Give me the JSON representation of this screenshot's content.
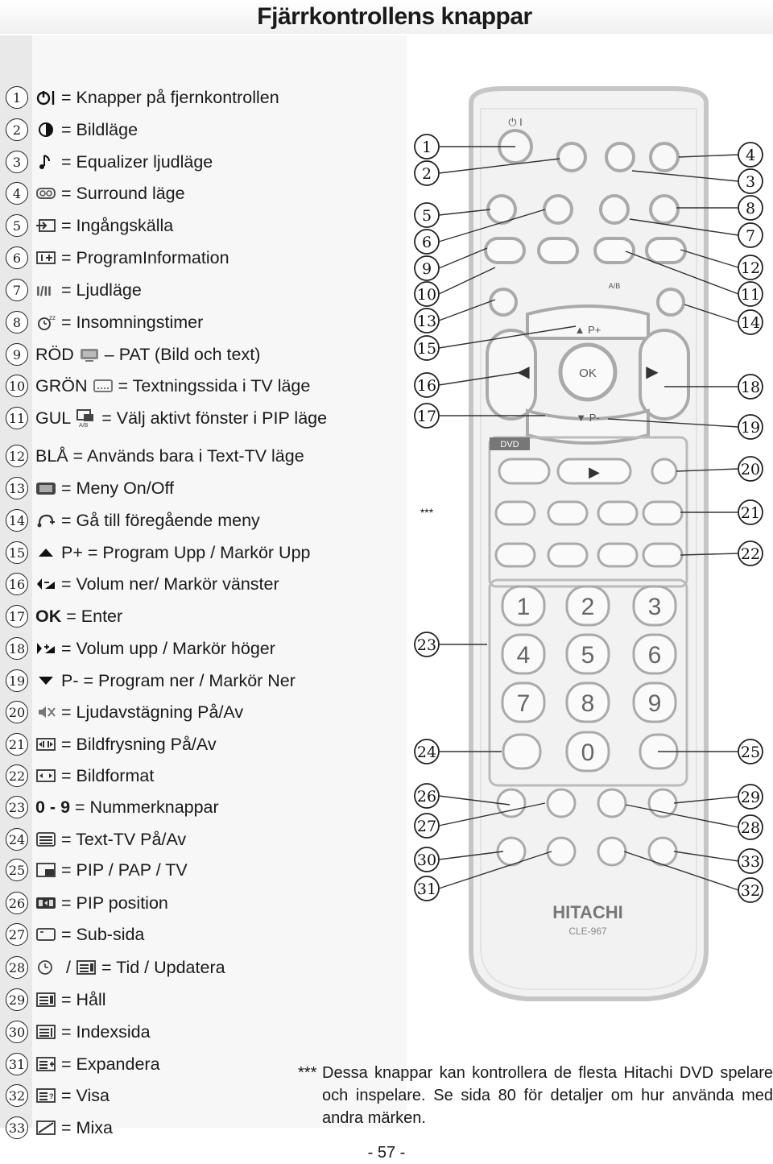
{
  "header": {
    "title": "Fjärrkontrollens knappar"
  },
  "legend": [
    {
      "n": "1",
      "icon": "power-icon",
      "text": "= Knapper på fjernkontrollen"
    },
    {
      "n": "2",
      "icon": "picture-mode-icon",
      "text": "= Bildläge"
    },
    {
      "n": "3",
      "icon": "music-note-icon",
      "text": "= Equalizer ljudläge"
    },
    {
      "n": "4",
      "icon": "surround-icon",
      "text": "= Surround läge"
    },
    {
      "n": "5",
      "icon": "source-input-icon",
      "text": "= Ingångskälla"
    },
    {
      "n": "6",
      "icon": "info-icon",
      "text": "= ProgramInformation"
    },
    {
      "n": "7",
      "icon": "sound-mode-icon",
      "text": "= Ljudläge"
    },
    {
      "n": "8",
      "icon": "sleep-timer-icon",
      "text": "= Insomningstimer"
    },
    {
      "n": "9",
      "icon": "pat-icon",
      "prefix": "RÖD",
      "text": "– PAT (Bild och text)"
    },
    {
      "n": "10",
      "icon": "subtitle-icon",
      "prefix": "GRÖN",
      "text": "= Textningssida i TV läge"
    },
    {
      "n": "11",
      "icon": "pip-ab-icon",
      "prefix": "GUL",
      "text": "= Välj aktivt fönster i PIP läge"
    },
    {
      "n": "12",
      "icon": "",
      "prefix": "BLÅ",
      "text": "= Används bara i Text-TV läge"
    },
    {
      "n": "13",
      "icon": "menu-icon",
      "text": "= Meny On/Off"
    },
    {
      "n": "14",
      "icon": "back-icon",
      "text": "= Gå till föregående meny"
    },
    {
      "n": "15",
      "icon": "up-arrow-icon",
      "text": "P+ = Program Upp / Markör Upp"
    },
    {
      "n": "16",
      "icon": "volume-down-icon",
      "text": "= Volum ner/ Markör vänster"
    },
    {
      "n": "17",
      "icon": "",
      "prefix": "OK",
      "text": "= Enter"
    },
    {
      "n": "18",
      "icon": "volume-up-icon",
      "text": "= Volum upp / Markör höger"
    },
    {
      "n": "19",
      "icon": "down-arrow-icon",
      "text": "P- = Program ner / Markör Ner"
    },
    {
      "n": "20",
      "icon": "mute-icon",
      "text": "= Ljudavstägning På/Av"
    },
    {
      "n": "21",
      "icon": "freeze-icon",
      "text": "= Bildfrysning På/Av"
    },
    {
      "n": "22",
      "icon": "aspect-icon",
      "text": "= Bildformat"
    },
    {
      "n": "23",
      "icon": "",
      "prefix": "0 - 9",
      "text": "= Nummerknappar"
    },
    {
      "n": "24",
      "icon": "teletext-icon",
      "text": "= Text-TV På/Av"
    },
    {
      "n": "25",
      "icon": "pip-icon",
      "text": "= PIP / PAP / TV"
    },
    {
      "n": "26",
      "icon": "pip-position-icon",
      "text": "= PIP position"
    },
    {
      "n": "27",
      "icon": "subpage-icon",
      "text": "= Sub-sida"
    },
    {
      "n": "28",
      "icon": "time-update-icon",
      "text": "= Tid / Updatera"
    },
    {
      "n": "29",
      "icon": "hold-icon",
      "text": "= Håll"
    },
    {
      "n": "30",
      "icon": "index-icon",
      "text": "= Indexsida"
    },
    {
      "n": "31",
      "icon": "expand-icon",
      "text": "= Expandera"
    },
    {
      "n": "32",
      "icon": "reveal-icon",
      "text": "= Visa"
    },
    {
      "n": "33",
      "icon": "mix-icon",
      "text": "= Mixa"
    }
  ],
  "remote": {
    "brand": "HITACHI",
    "model": "CLE-967",
    "dvd_label": "DVD",
    "ok_label": "OK",
    "p_plus": "P+",
    "p_minus": "P-",
    "ab_label": "A/B",
    "digits": [
      "1",
      "2",
      "3",
      "4",
      "5",
      "6",
      "7",
      "8",
      "9",
      "0"
    ],
    "left_callouts": [
      "1",
      "2",
      "5",
      "6",
      "9",
      "10",
      "13",
      "15",
      "16",
      "17",
      "***",
      "23",
      "24",
      "26",
      "27",
      "30",
      "31"
    ],
    "right_callouts": [
      "4",
      "3",
      "8",
      "7",
      "12",
      "11",
      "14",
      "18",
      "19",
      "20",
      "21",
      "22",
      "25",
      "29",
      "28",
      "33",
      "32"
    ]
  },
  "footer": {
    "stars": "***",
    "note": "Dessa knappar kan kontrollera de flesta Hitachi DVD spelare och inspelare. Se sida 80 för detaljer om hur använda med andra märken.",
    "page": "- 57 -"
  }
}
